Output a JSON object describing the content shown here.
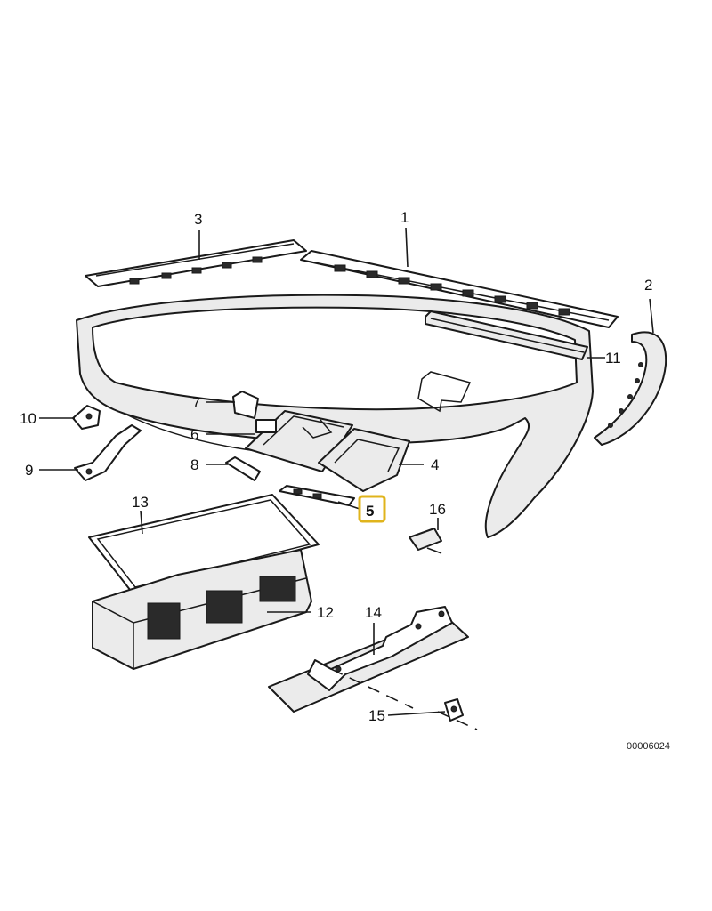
{
  "diagram": {
    "reference_code": "00006024",
    "highlighted_part": "5",
    "highlight_color": "#e0b41c",
    "part_labels": [
      "1",
      "2",
      "3",
      "4",
      "5",
      "6",
      "7",
      "8",
      "9",
      "10",
      "11",
      "12",
      "13",
      "14",
      "15",
      "16"
    ]
  }
}
